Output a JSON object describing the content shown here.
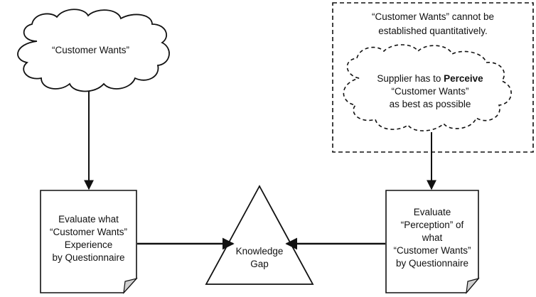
{
  "cloud_left": {
    "text": "“Customer Wants”"
  },
  "note": {
    "line1": "“Customer Wants” cannot be",
    "line2": "established quantitatively."
  },
  "cloud_right": {
    "line1_pre": "Supplier has to ",
    "line1_bold": "Perceive",
    "line2": "“Customer Wants”",
    "line3": "as best as possible"
  },
  "doc_left": {
    "line1": "Evaluate what",
    "line2": "“Customer Wants”",
    "line3": "Experience",
    "line4": "by Questionnaire"
  },
  "triangle": {
    "line1": "Knowledge",
    "line2": "Gap"
  },
  "doc_right": {
    "line1": "Evaluate",
    "line2": "“Perception” of",
    "line3": "what",
    "line4": "“Customer Wants”",
    "line5": "by Questionnaire"
  },
  "colors": {
    "stroke": "#111111",
    "fold": "#d0d0d0",
    "background": "#ffffff"
  }
}
